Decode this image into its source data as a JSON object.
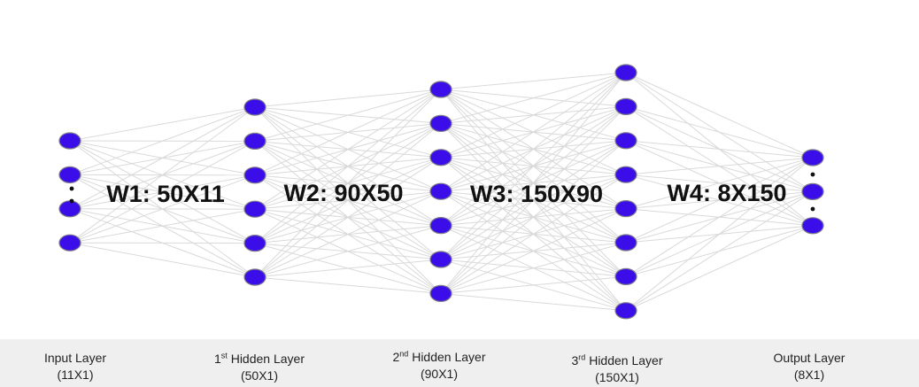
{
  "diagram": {
    "layers": [
      {
        "caption_line1": "Input Layer",
        "ordinal_num": "",
        "ordinal_sup": "",
        "caption_line2": "(11X1)",
        "visible_nodes": 4,
        "ellipsis": true
      },
      {
        "caption_line1": "Hidden Layer",
        "ordinal_num": "1",
        "ordinal_sup": "st",
        "caption_line2": "(50X1)",
        "visible_nodes": 6,
        "ellipsis": false
      },
      {
        "caption_line1": "Hidden Layer",
        "ordinal_num": "2",
        "ordinal_sup": "nd",
        "caption_line2": "(90X1)",
        "visible_nodes": 7,
        "ellipsis": false
      },
      {
        "caption_line1": "Hidden Layer",
        "ordinal_num": "3",
        "ordinal_sup": "rd",
        "caption_line2": "(150X1)",
        "visible_nodes": 8,
        "ellipsis": false
      },
      {
        "caption_line1": "Output Layer",
        "ordinal_num": "",
        "ordinal_sup": "",
        "caption_line2": "(8X1)",
        "visible_nodes": 3,
        "ellipsis": true
      }
    ],
    "weights": [
      "W1: 50X11",
      "W2: 90X50",
      "W3: 150X90",
      "W4: 8X150"
    ],
    "colors": {
      "node_fill": "#3b0de8",
      "node_stroke": "#7a7a8a",
      "edge": "#d9d9d9",
      "band": "#efefef"
    }
  }
}
